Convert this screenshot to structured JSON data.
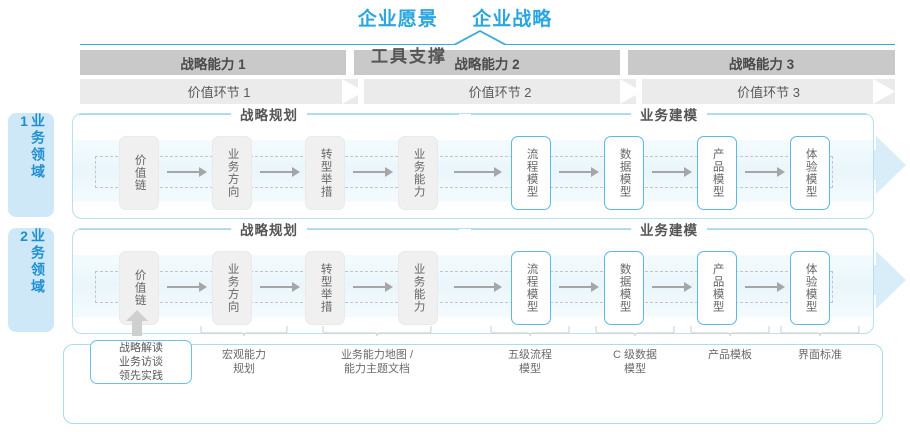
{
  "header": {
    "vision": "企业愿景",
    "strategy": "企业战略"
  },
  "capabilities": [
    {
      "label": "战略能力 1"
    },
    {
      "label": "战略能力 2"
    },
    {
      "label": "战略能力 3"
    }
  ],
  "value_segments": [
    {
      "label": "价值环节 1"
    },
    {
      "label": "价值环节 2"
    },
    {
      "label": "价值环节 3"
    }
  ],
  "domains": [
    {
      "label": "业务领域 1"
    },
    {
      "label": "业务领域 2"
    }
  ],
  "phases": {
    "planning": "战略规划",
    "modeling": "业务建模"
  },
  "nodes": {
    "planning": [
      "价值链",
      "业务方向",
      "转型举措",
      "业务能力"
    ],
    "modeling": [
      "流程模型",
      "数据模型",
      "产品模型",
      "体验模型"
    ]
  },
  "tool_support": {
    "title": "工具支撑",
    "box": "战略解读\n业务访谈\n领先实践",
    "labels": [
      "宏观能力\n规划",
      "业务能力地图 /\n能力主题文档",
      "五级流程\n模型",
      "C 级数据\n模型",
      "产品模板",
      "界面标准"
    ]
  },
  "colors": {
    "accent_blue": "#2ba6e0",
    "panel_border": "#b8dff2",
    "node_blue": "#5cb8e6",
    "bar_dark": "#c9c9c9",
    "bar_light": "#ebebeb",
    "band_blue": "#d8edf8"
  }
}
